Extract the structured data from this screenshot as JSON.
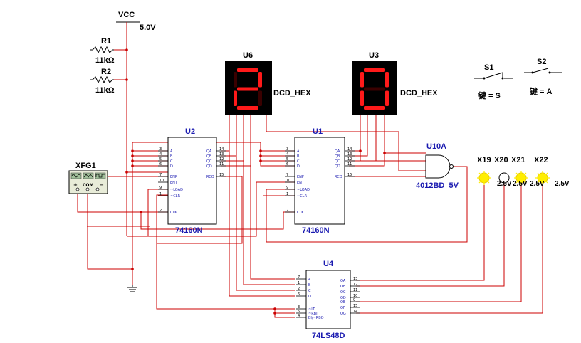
{
  "labels": {
    "vcc": "VCC",
    "vcc_value": "5.0V",
    "r1": "R1",
    "r1_value": "11kΩ",
    "r2": "R2",
    "r2_value": "11kΩ",
    "u6": "U6",
    "u3": "U3",
    "u6_type": "DCD_HEX",
    "u3_type": "DCD_HEX",
    "u6_digit": "2",
    "u3_digit": "0",
    "s1": "S1",
    "s2": "S2",
    "s1_key": "键 = S",
    "s2_key": "键 = A",
    "u2": "U2",
    "u1": "U1",
    "u2_part": "74160N",
    "u1_part": "74160N",
    "u10a": "U10A",
    "u10a_part": "4012BD_5V",
    "xfg1": "XFG1",
    "xfg_com": "COM",
    "xfg_plus": "+",
    "xfg_minus": "−",
    "x19": "X19",
    "x20": "X20",
    "x21": "X21",
    "x22": "X22",
    "probe_v": "2.5V",
    "u4": "U4",
    "u4_part": "74LS48D"
  },
  "counter_pins": {
    "left": [
      "A",
      "B",
      "C",
      "D",
      "ENP",
      "ENT",
      "~LOAD",
      "~CLR",
      "CLK"
    ],
    "right": [
      "QA",
      "QB",
      "QC",
      "QD",
      "RCO"
    ],
    "left_nums": [
      "3",
      "4",
      "5",
      "6",
      "7",
      "10",
      "9",
      "1",
      "2"
    ],
    "right_nums": [
      "14",
      "13",
      "12",
      "11",
      "15"
    ]
  },
  "decoder_pins": {
    "left": [
      "A",
      "B",
      "C",
      "D",
      "~LT",
      "~RBI",
      "BI/~RBO"
    ],
    "right": [
      "OA",
      "OB",
      "OC",
      "OD",
      "OE",
      "OF",
      "OG"
    ],
    "left_nums": [
      "7",
      "1",
      "2",
      "6",
      "3",
      "5",
      "4"
    ],
    "right_nums": [
      "13",
      "12",
      "11",
      "10",
      "9",
      "15",
      "14"
    ]
  },
  "colors": {
    "wire": "#cc0000",
    "label_blue": "#1a1ab0",
    "segment_on": "#ff1a1a",
    "segment_off": "#3a0000",
    "display_bg": "#000000",
    "probe_yellow": "#ffee00",
    "generator_bg": "#e8ecd8",
    "generator_screen": "#9fbf99"
  }
}
